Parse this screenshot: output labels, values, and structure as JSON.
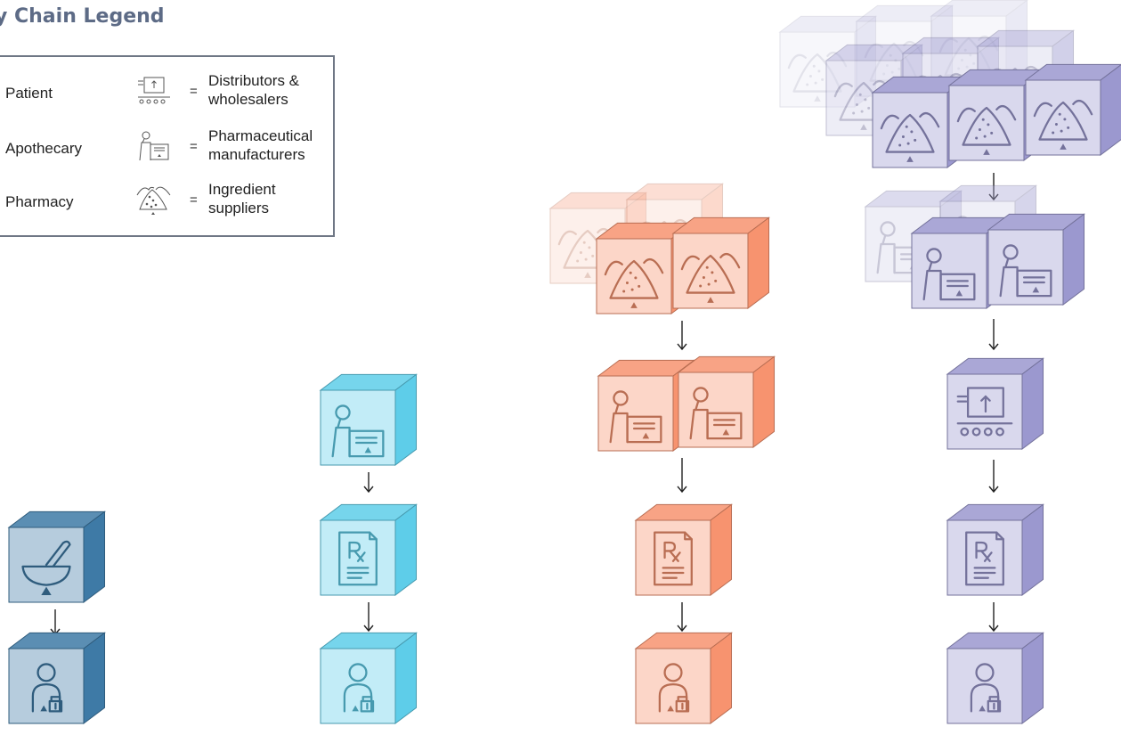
{
  "legend": {
    "title": "y Chain Legend",
    "rows": [
      {
        "left": "Patient",
        "equals": "=",
        "right": "Distributors &\nwholesalers",
        "icon": "distributor-icon"
      },
      {
        "left": "Apothecary",
        "equals": "=",
        "right": "Pharmaceutical\nmanufacturers",
        "icon": "manufacturer-icon"
      },
      {
        "left": "Pharmacy",
        "equals": "=",
        "right": "Ingredient\nsuppliers",
        "icon": "ingredient-icon"
      }
    ]
  },
  "colors": {
    "dark_blue": "#3e7aa6",
    "light_blue": "#5ecde9",
    "orange": "#f7936f",
    "purple": "#9b98cf",
    "arrow": "#222222"
  },
  "chains": [
    {
      "name": "apothecary-era",
      "color": "dark_blue",
      "stages": [
        "apothecary",
        "patient"
      ]
    },
    {
      "name": "pharmacy-era",
      "color": "light_blue",
      "stages": [
        "manufacturer",
        "pharmacy",
        "patient"
      ]
    },
    {
      "name": "multi-manufacturer",
      "color": "orange",
      "stages": [
        "ingredient",
        "manufacturer",
        "pharmacy",
        "patient"
      ]
    },
    {
      "name": "global-supply",
      "color": "purple",
      "stages": [
        "ingredient",
        "manufacturer",
        "distributor",
        "pharmacy",
        "patient"
      ]
    }
  ]
}
